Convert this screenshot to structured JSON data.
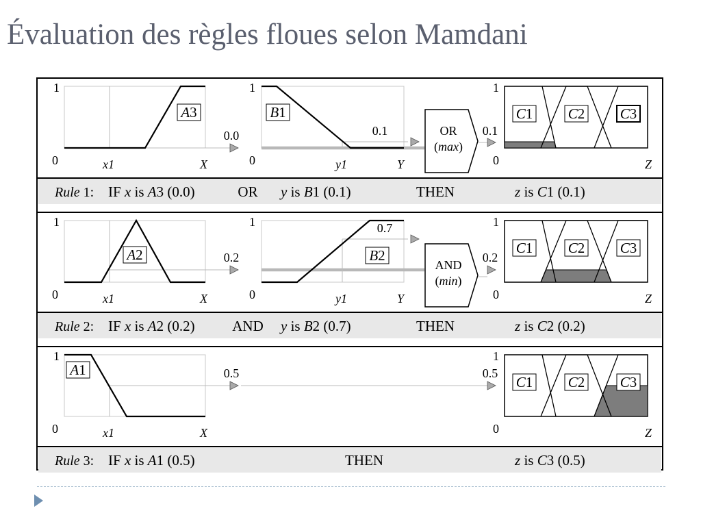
{
  "title": "Évaluation des règles floues selon Mamdani",
  "colors": {
    "title": "#5a5f6e",
    "shade": "#7d7d7d",
    "rule_band": "#e8e8e8",
    "footer_arrow": "#6e8fb0"
  },
  "rules": [
    {
      "x_set": "A3",
      "x_value": "0.0",
      "connector": "OR",
      "y_set": "B1",
      "y_value": "0.1",
      "operator": {
        "name": "OR",
        "func": "max"
      },
      "result_value": "0.1",
      "output_set": "C1",
      "out_highlight": "C3",
      "sentence": {
        "rule_word": "Rule",
        "rule_num": "1:",
        "antecedent_x": [
          {
            "t": "IF "
          },
          {
            "t": "x",
            "i": true
          },
          {
            "t": " is "
          },
          {
            "t": "A",
            "i": true
          },
          {
            "t": "3 (0.0)"
          }
        ],
        "connector": "OR",
        "antecedent_y": [
          {
            "t": "y",
            "i": true
          },
          {
            "t": " is "
          },
          {
            "t": "B",
            "i": true
          },
          {
            "t": "1 (0.1)"
          }
        ],
        "then": "THEN",
        "consequent": [
          {
            "t": "z",
            "i": true
          },
          {
            "t": " is "
          },
          {
            "t": "C",
            "i": true
          },
          {
            "t": "1 (0.1)"
          }
        ]
      }
    },
    {
      "x_set": "A2",
      "x_value": "0.2",
      "connector": "AND",
      "y_set": "B2",
      "y_value": "0.7",
      "operator": {
        "name": "AND",
        "func": "min"
      },
      "result_value": "0.2",
      "output_set": "C2",
      "out_highlight": "",
      "sentence": {
        "rule_word": "Rule",
        "rule_num": "2:",
        "antecedent_x": [
          {
            "t": "IF "
          },
          {
            "t": "x",
            "i": true
          },
          {
            "t": " is "
          },
          {
            "t": "A",
            "i": true
          },
          {
            "t": "2 (0.2)"
          }
        ],
        "connector": "AND",
        "antecedent_y": [
          {
            "t": "y",
            "i": true
          },
          {
            "t": " is "
          },
          {
            "t": "B",
            "i": true
          },
          {
            "t": "2 (0.7)"
          }
        ],
        "then": "THEN",
        "consequent": [
          {
            "t": "z",
            "i": true
          },
          {
            "t": " is "
          },
          {
            "t": "C",
            "i": true
          },
          {
            "t": "2 (0.2)"
          }
        ]
      }
    },
    {
      "x_set": "A1",
      "x_value": "0.5",
      "connector": "",
      "y_set": "",
      "y_value": "",
      "operator": null,
      "result_value": "0.5",
      "output_set": "C3",
      "out_highlight": "",
      "sentence": {
        "rule_word": "Rule",
        "rule_num": "3:",
        "antecedent_x": [
          {
            "t": "IF "
          },
          {
            "t": "x",
            "i": true
          },
          {
            "t": " is "
          },
          {
            "t": "A",
            "i": true
          },
          {
            "t": "1 (0.5)"
          }
        ],
        "connector": "",
        "antecedent_y": [],
        "then": "THEN",
        "consequent": [
          {
            "t": "z",
            "i": true
          },
          {
            "t": " is "
          },
          {
            "t": "C",
            "i": true
          },
          {
            "t": "3 (0.5)"
          }
        ]
      }
    }
  ],
  "axis": {
    "one": "1",
    "zero": "0",
    "x_var": "X",
    "y_var": "Y",
    "z_var": "Z",
    "x_tick": "x1",
    "y_tick": "y1",
    "output_sets": [
      "C1",
      "C2",
      "C3"
    ]
  }
}
